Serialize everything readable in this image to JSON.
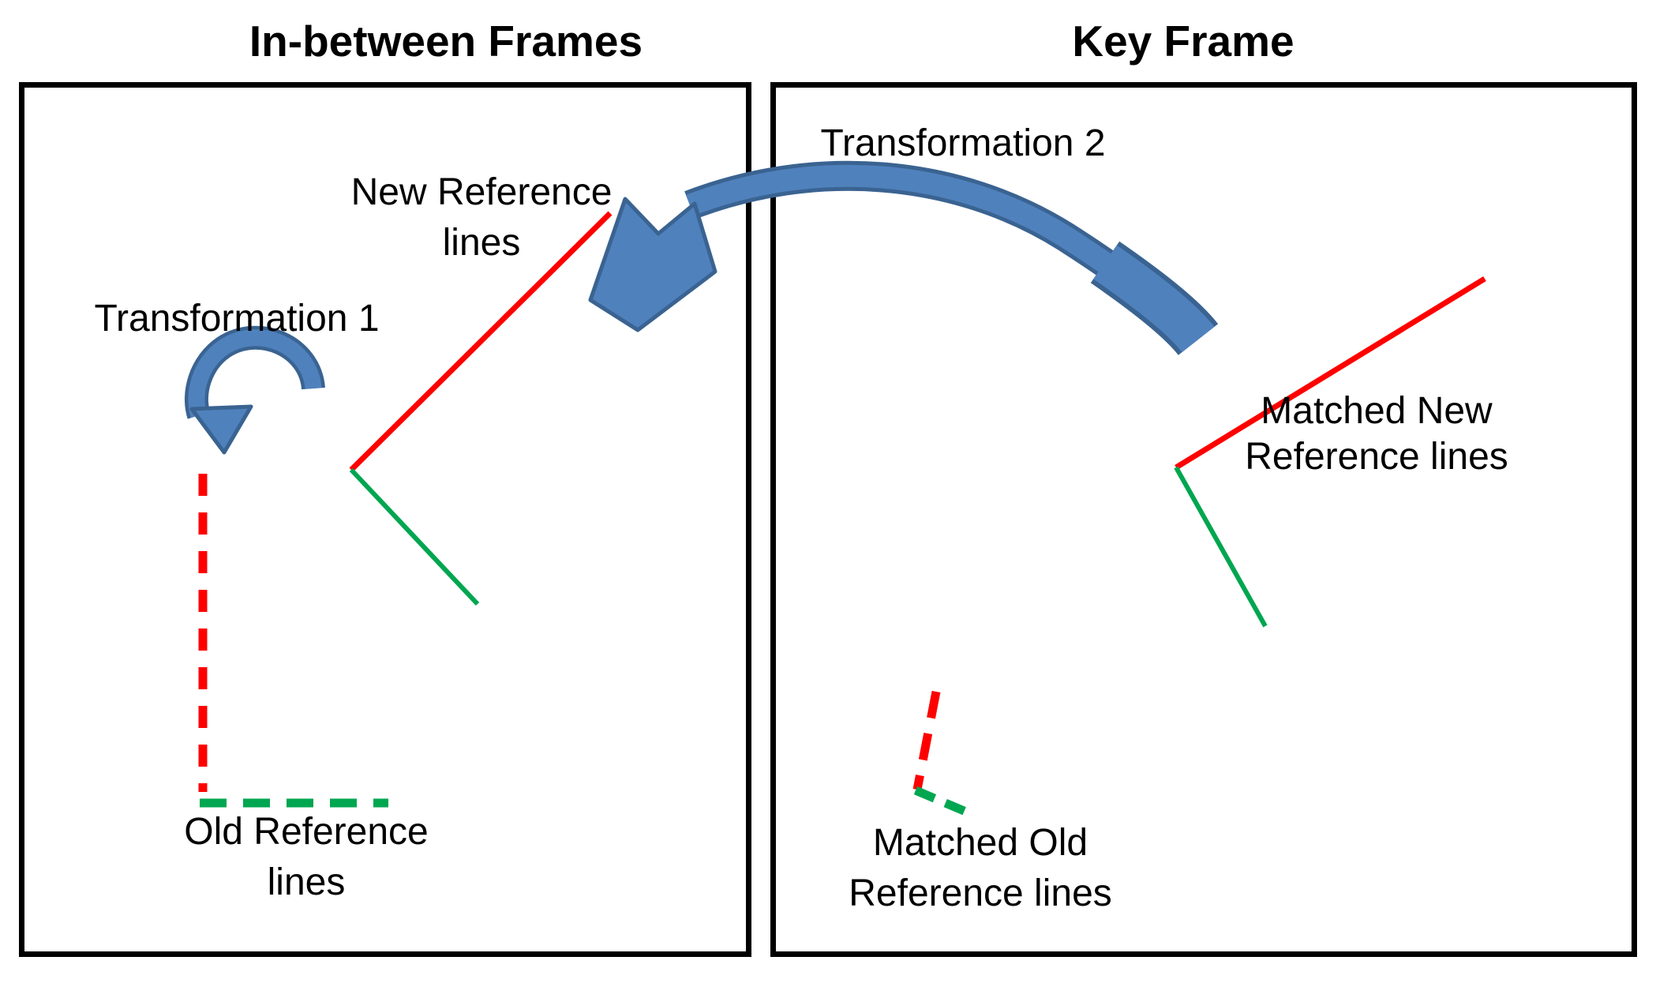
{
  "titles": {
    "left": "In-between Frames",
    "right": "Key Frame"
  },
  "left_panel": {
    "labels": {
      "new_reference_line1": "New Reference",
      "new_reference_line2": "lines",
      "transformation": "Transformation 1",
      "old_reference_line1": "Old Reference",
      "old_reference_line2": "lines"
    }
  },
  "right_panel": {
    "labels": {
      "transformation": "Transformation 2",
      "matched_new_line1": "Matched New",
      "matched_new_line2": "Reference lines",
      "matched_old_line1": "Matched Old",
      "matched_old_line2": "Reference lines"
    }
  },
  "colors": {
    "red_reference": "#fe0000",
    "green_reference": "#00a650",
    "arrow_fill": "#4f81bd",
    "arrow_outline": "#3a6391",
    "frame_border": "#000000",
    "text": "#000000"
  }
}
